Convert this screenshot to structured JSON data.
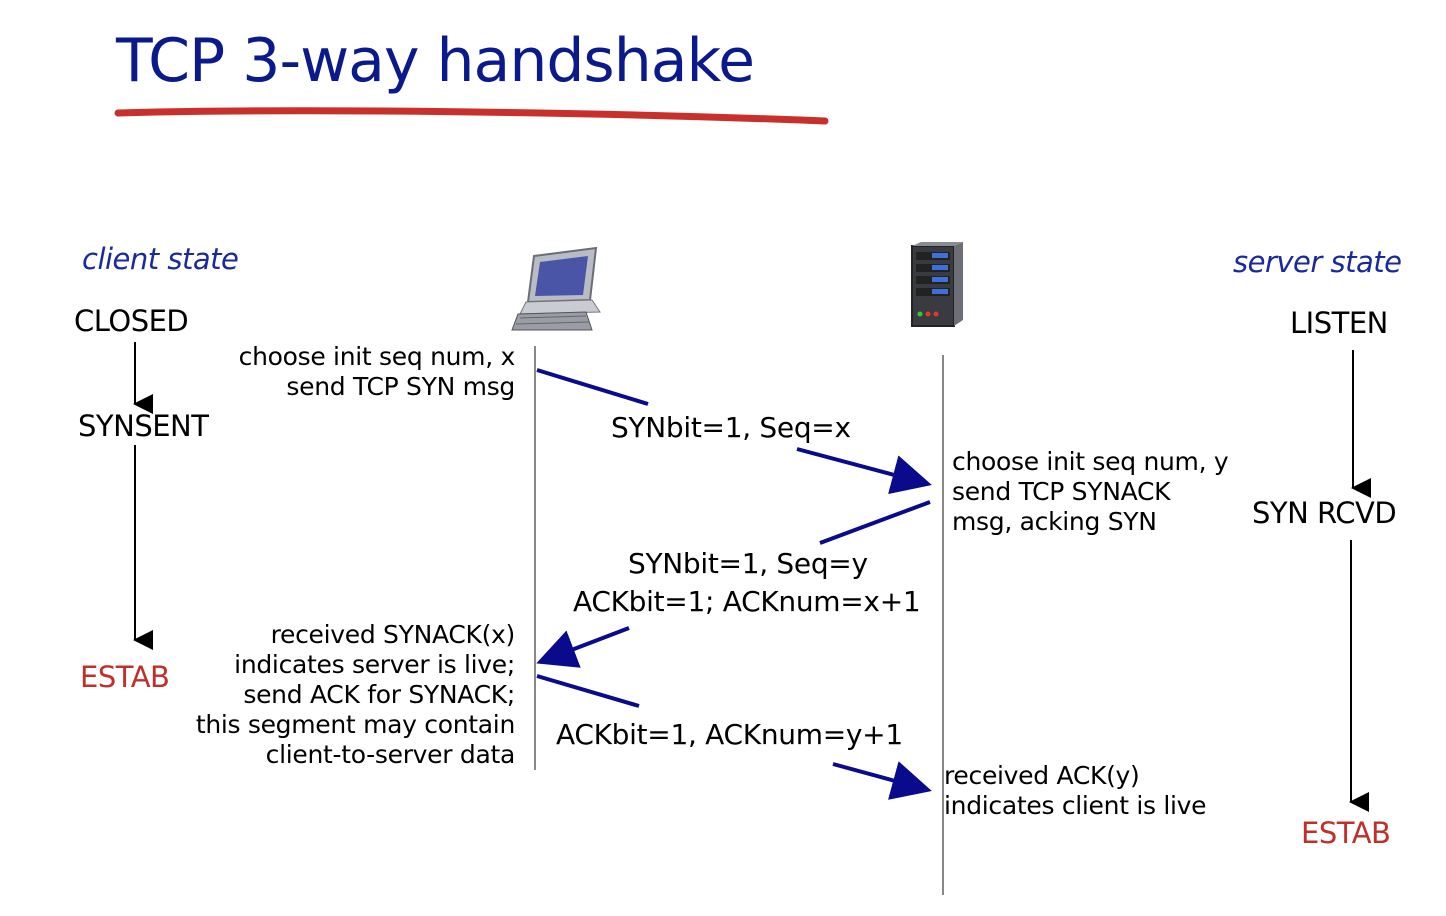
{
  "title": "TCP 3-way handshake",
  "client": {
    "heading": "client state",
    "states": [
      "CLOSED",
      "SYNSENT",
      "ESTAB"
    ],
    "notes": [
      [
        "choose init seq num, x",
        "send TCP SYN msg"
      ],
      [
        "received SYNACK(x)",
        "indicates server is live;",
        "send ACK for SYNACK;",
        "this segment may contain",
        "client-to-server data"
      ]
    ]
  },
  "server": {
    "heading": "server state",
    "states": [
      "LISTEN",
      "SYN RCVD",
      "ESTAB"
    ],
    "notes": [
      [
        "choose init seq num, y",
        "send TCP SYNACK",
        "msg, acking SYN"
      ],
      [
        "received ACK(y)",
        "indicates client is live"
      ]
    ]
  },
  "messages": [
    [
      "SYNbit=1, Seq=x"
    ],
    [
      "SYNbit=1, Seq=y",
      "ACKbit=1; ACKnum=x+1"
    ],
    [
      "ACKbit=1, ACKnum=y+1"
    ]
  ],
  "colors": {
    "title": "#0a1a8c",
    "heading": "#1a2a9c",
    "arrow": "#0a0a8c",
    "estab": "#c0302a",
    "underline": "#c8302c"
  },
  "icons": [
    "desktop-computer-icon",
    "server-tower-icon"
  ]
}
